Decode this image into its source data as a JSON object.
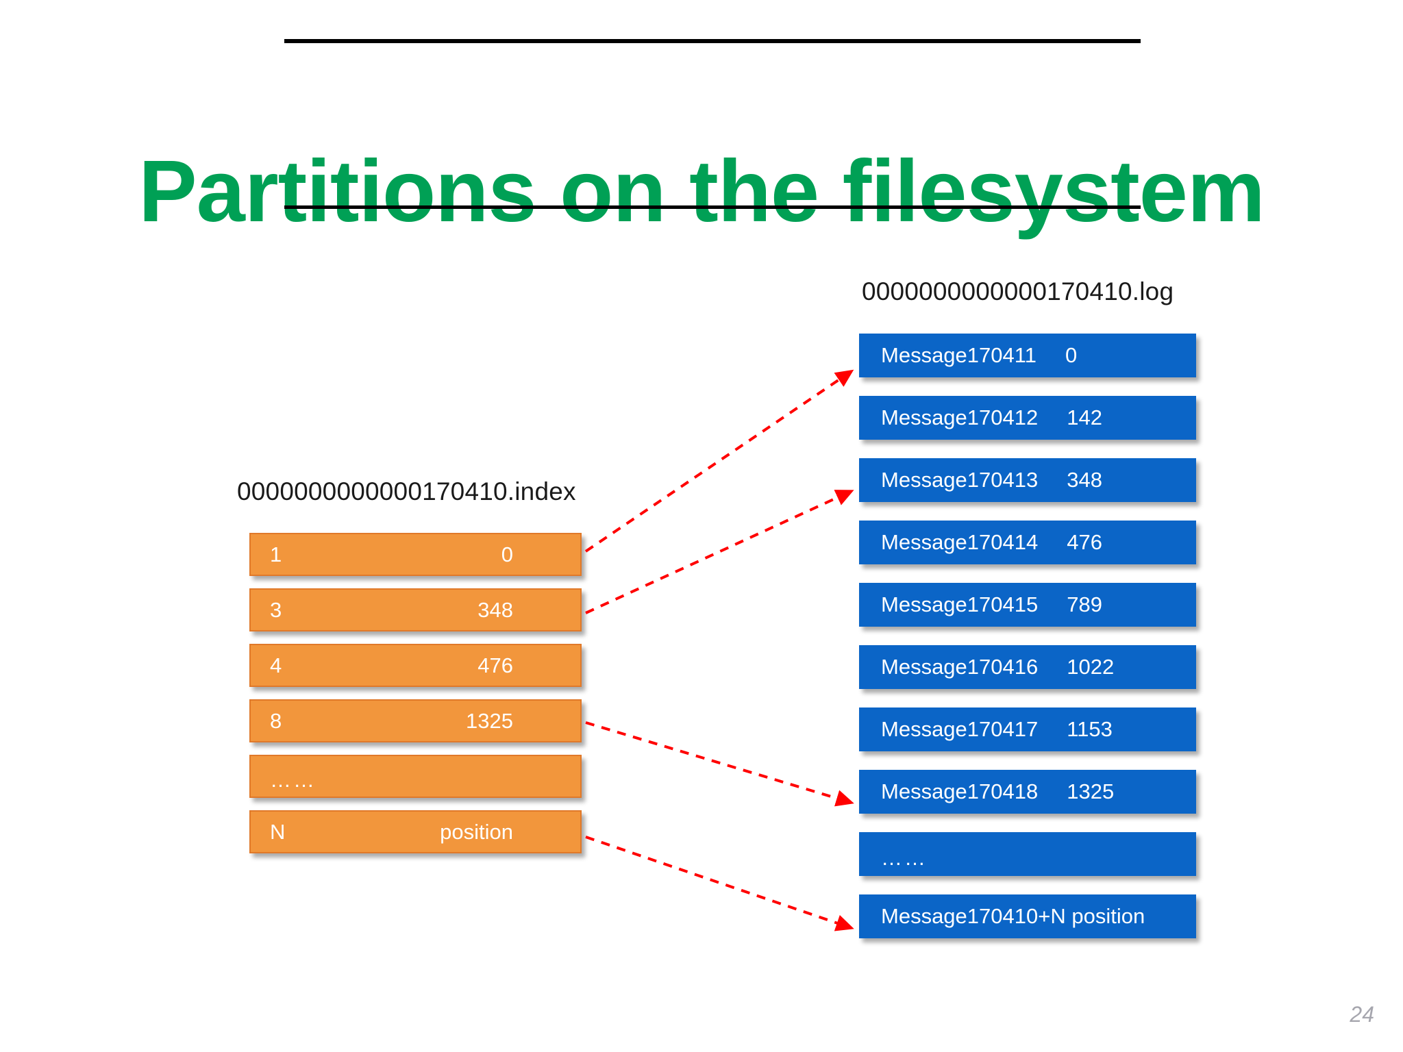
{
  "slide": {
    "title": "Partitions on the filesystem",
    "page_number": "24",
    "title_color": "#00A055"
  },
  "index_file": {
    "label": "0000000000000170410.index",
    "box_color": "#F2963C",
    "border_color": "#E0792A",
    "rows": [
      {
        "key": "1",
        "value": "0"
      },
      {
        "key": "3",
        "value": "348"
      },
      {
        "key": "4",
        "value": "476"
      },
      {
        "key": "8",
        "value": "1325"
      },
      {
        "key": "……",
        "value": ""
      },
      {
        "key": "N",
        "value": "position"
      }
    ]
  },
  "log_file": {
    "label": "0000000000000170410.log",
    "box_color": "#0B65C7",
    "rows": [
      {
        "name": "Message170411",
        "value": "0"
      },
      {
        "name": "Message170412",
        "value": "142"
      },
      {
        "name": "Message170413",
        "value": "348"
      },
      {
        "name": "Message170414",
        "value": "476"
      },
      {
        "name": "Message170415",
        "value": "789"
      },
      {
        "name": "Message170416",
        "value": "1022"
      },
      {
        "name": "Message170417",
        "value": "1153"
      },
      {
        "name": "Message170418",
        "value": "1325"
      },
      {
        "name": "……",
        "value": ""
      },
      {
        "name": "Message170410+N  position",
        "value": ""
      }
    ]
  },
  "arrows": {
    "color": "#FF0000",
    "style": "dashed",
    "connections": [
      {
        "from": "index-row-1",
        "to": "log-row-Message170411"
      },
      {
        "from": "index-row-3",
        "to": "log-row-Message170413"
      },
      {
        "from": "index-row-8",
        "to": "log-row-Message170418"
      },
      {
        "from": "index-row-N",
        "to": "log-row-Message170410+N"
      }
    ]
  }
}
